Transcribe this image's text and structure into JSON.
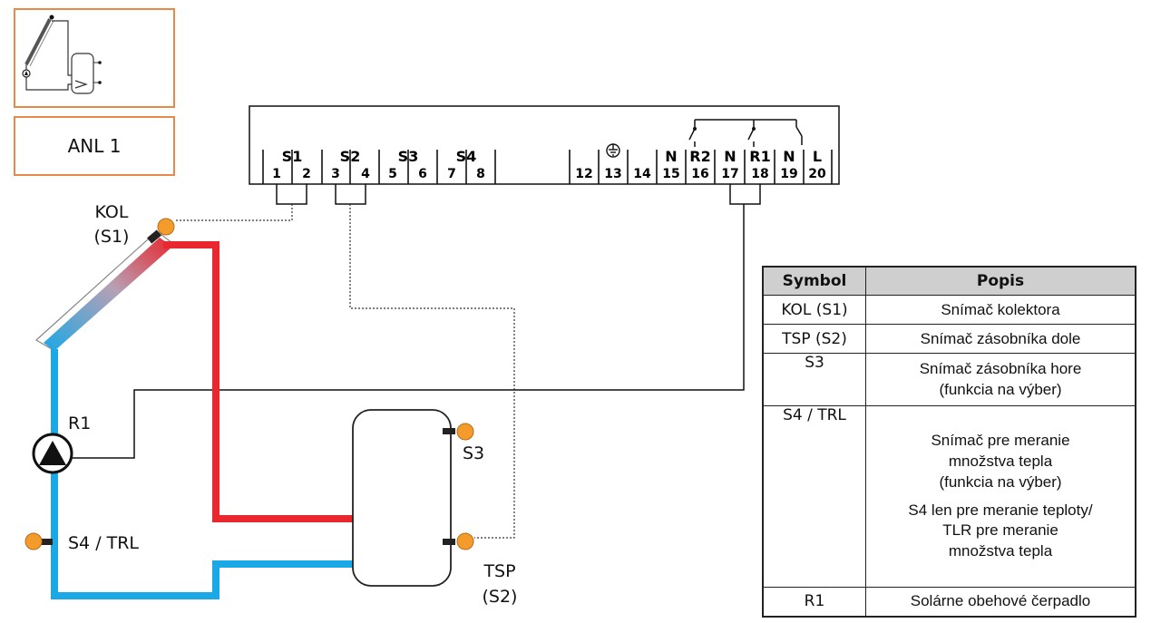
{
  "anl_label": "ANL 1",
  "terminals": {
    "groups": [
      "S1",
      "S2",
      "S3",
      "S4"
    ],
    "numbers": [
      "1",
      "2",
      "3",
      "4",
      "5",
      "6",
      "7",
      "8",
      "12",
      "13",
      "14",
      "15",
      "16",
      "17",
      "18",
      "19",
      "20"
    ],
    "right_labels": [
      "N",
      "R2",
      "N",
      "R1",
      "N",
      "L"
    ]
  },
  "labels": {
    "kol": "KOL",
    "kol_s1": "(S1)",
    "r1": "R1",
    "s3": "S3",
    "s4_trl": "S4 / TRL",
    "tsp": "TSP",
    "tsp_s2": "(S2)"
  },
  "legend": {
    "header_symbol": "Symbol",
    "header_desc": "Popis",
    "rows": [
      {
        "symbol": "KOL (S1)",
        "desc": [
          "Snímač kolektora"
        ]
      },
      {
        "symbol": "TSP (S2)",
        "desc": [
          "Snímač zásobníka dole"
        ]
      },
      {
        "symbol": "S3",
        "desc": [
          "Snímač zásobníka hore",
          "(funkcia na výber)"
        ]
      },
      {
        "symbol": "S4 / TRL",
        "desc": [
          "Snímač pre meranie",
          "množstva tepla",
          "(funkcia na výber)",
          "S4 len pre meranie teploty/",
          "TLR pre meranie",
          "množstva tepla"
        ]
      },
      {
        "symbol": "R1",
        "desc": [
          "Solárne obehové čerpadlo"
        ]
      }
    ]
  },
  "colors": {
    "accent_orange": "#e8894a",
    "hot_pipe": "#e8282e",
    "cold_pipe": "#1aa8e6",
    "sensor": "#f39c2b"
  }
}
